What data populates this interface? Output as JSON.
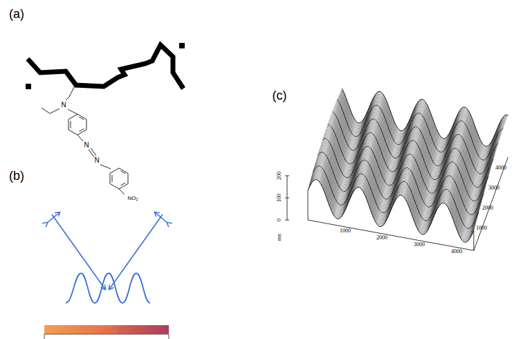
{
  "diagram": {
    "labels": [
      "(a)",
      "N",
      "N",
      "N",
      "NO₂",
      "(b)",
      "(c)",
      "200",
      "100",
      "0",
      "nm",
      "1000",
      "2000",
      "3000",
      "4000",
      "4000",
      "3000",
      "2000",
      "1000"
    ]
  }
}
